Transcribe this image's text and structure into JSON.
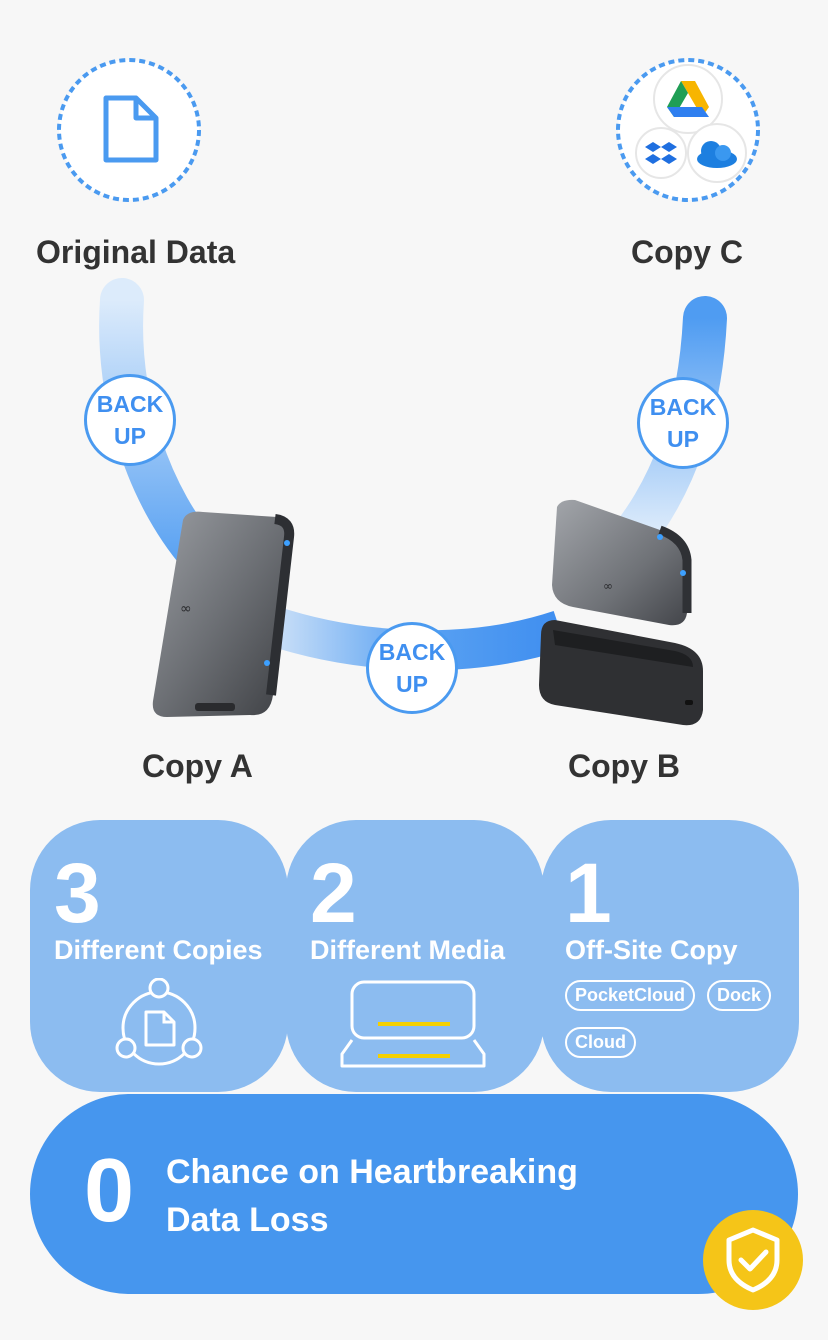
{
  "nodes": {
    "original": "Original Data",
    "copy_a": "Copy A",
    "copy_b": "Copy B",
    "copy_c": "Copy C"
  },
  "backup_bubbles": [
    {
      "line1": "BACK",
      "line2": "UP"
    },
    {
      "line1": "BACK",
      "line2": "UP"
    },
    {
      "line1": "BACK",
      "line2": "UP"
    }
  ],
  "cards": [
    {
      "number": "3",
      "title": "Different Copies"
    },
    {
      "number": "2",
      "title": "Different Media"
    },
    {
      "number": "1",
      "title": "Off-Site Copy",
      "tags": [
        "PocketCloud",
        "Dock",
        "Cloud"
      ]
    }
  ],
  "summary": {
    "number": "0",
    "line1": "Chance on Heartbreaking",
    "line2": "Data Loss"
  },
  "colors": {
    "accent": "#4a9af0",
    "card": "#8cbcf0",
    "bottom": "#4696ee",
    "shield": "#f5c518"
  },
  "icons": [
    "document-icon",
    "google-drive-icon",
    "dropbox-icon",
    "onedrive-icon",
    "copies-icon",
    "media-icon",
    "shield-check-icon"
  ]
}
